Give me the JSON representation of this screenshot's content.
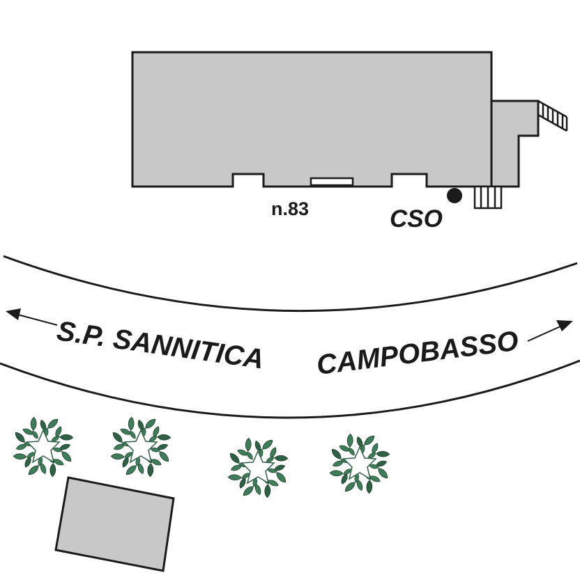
{
  "map": {
    "house_number": "n.83",
    "marker_label": "CSO",
    "road_label_left": "S.P. SANNITICA",
    "road_label_right": "CAMPOBASSO"
  },
  "colors": {
    "building_fill": "#c8c8c8",
    "outline": "#1a1a1a",
    "tree_leaf": "#3f7d5a",
    "tree_leaf_dark": "#2f5f45",
    "background": "#ffffff"
  },
  "icons": {
    "marker": "filled-circle-marker",
    "direction": "arrow",
    "stairs": "stairs-icon",
    "tree": "tree-icon"
  }
}
